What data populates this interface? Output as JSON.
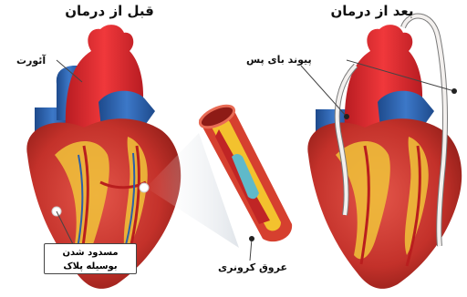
{
  "titles": {
    "before": "قبل از درمان",
    "after": "بعد از درمان"
  },
  "labels": {
    "aorta": "آئورت",
    "bypass_graft": "پیوند بای پس",
    "coronary_artery": "عروق کرونری",
    "blocked_line1": "مسدود شدن",
    "blocked_line2": "بوسیله پلاک"
  },
  "colors": {
    "heart_muscle": "#c9362c",
    "heart_dark": "#8e1b16",
    "fat": "#f0c43a",
    "aorta": "#e0262b",
    "vein_blue": "#2b5fa8",
    "graft": "#f3f0ee",
    "plaque": "#f3c22e",
    "artery_wall": "#d6402f"
  }
}
